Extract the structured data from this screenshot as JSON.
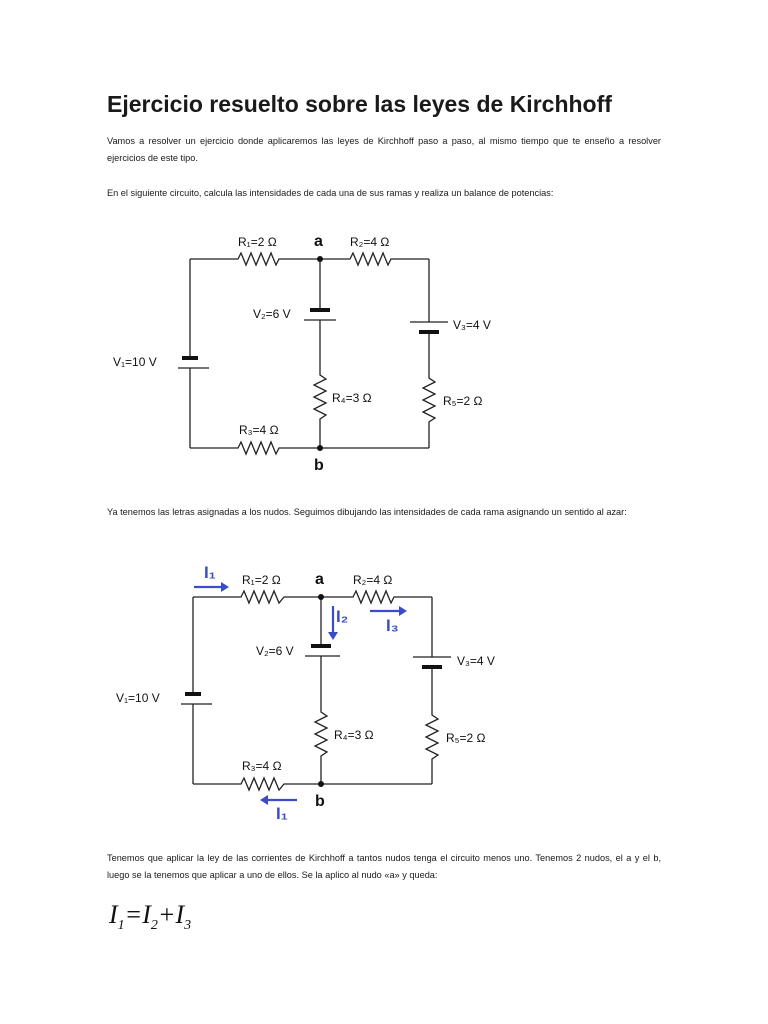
{
  "title": "Ejercicio resuelto sobre las leyes de Kirchhoff",
  "paragraphs": {
    "intro": "Vamos a resolver un ejercicio donde aplicaremos las leyes de Kirchhoff paso a paso, al mismo tiempo que te enseño a resolver ejercicios de este tipo.",
    "task": "En el siguiente circuito, calcula las intensidades de cada una de sus ramas y realiza un balance de potencias:",
    "nodes": "Ya tenemos las letras asignadas a los nudos. Seguimos dibujando las intensidades de cada rama asignando un sentido al azar:",
    "kcl": "Tenemos que aplicar la ley de las corrientes de Kirchhoff a tantos nudos tenga el circuito menos uno. Tenemos 2 nudos, el a y el b, luego se la tenemos que aplicar a uno de ellos. Se la aplico al nudo «a» y queda:"
  },
  "circuit": {
    "R1": "R₁=2 Ω",
    "R2": "R₂=4 Ω",
    "R3": "R₃=4 Ω",
    "R4": "R₄=3 Ω",
    "R5": "R₅=2 Ω",
    "V1": "V₁=10 V",
    "V2": "V₂=6 V",
    "V3": "V₃=4 V",
    "node_a": "a",
    "node_b": "b"
  },
  "currents": {
    "I1_top": "I₁",
    "I2": "I₂",
    "I3": "I₃",
    "I1_bottom": "I₁",
    "color": "#3b4cc9"
  },
  "equation": {
    "lhs": "I",
    "lhs_sub": "1",
    "eq": "=",
    "t1": "I",
    "t1_sub": "2",
    "plus": "+",
    "t2": "I",
    "t2_sub": "3"
  }
}
